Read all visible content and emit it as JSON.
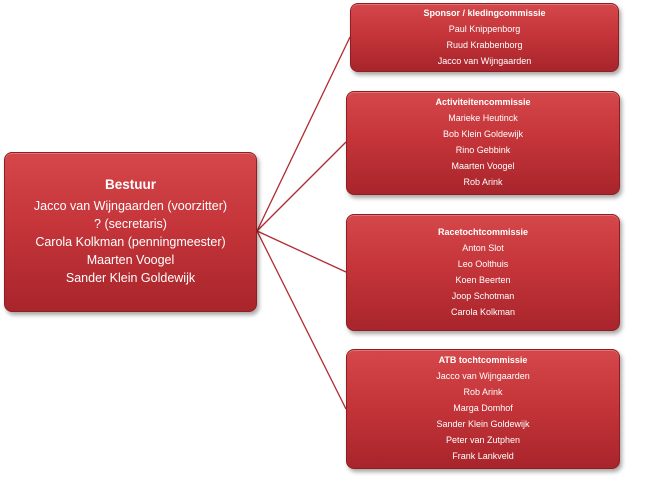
{
  "bestuur": {
    "title": "Bestuur",
    "members": [
      "Jacco van Wijngaarden (voorzitter)",
      "? (secretaris)",
      "Carola Kolkman (penningmeester)",
      "Maarten Voogel",
      "Sander Klein Goldewijk"
    ]
  },
  "committees": [
    {
      "title": "Sponsor / kledingcommissie",
      "members": [
        "Paul Knippenborg",
        "Ruud Krabbenborg",
        "Jacco van Wijngaarden"
      ]
    },
    {
      "title": "Activiteitencommissie",
      "members": [
        "Marieke Heutinck",
        "Bob Klein Goldewijk",
        "Rino Gebbink",
        "Maarten Voogel",
        "Rob Arink"
      ]
    },
    {
      "title": "Racetochtcommissie",
      "members": [
        "Anton Slot",
        "Leo Oolthuis",
        "Koen Beerten",
        "Joop Schotman",
        "Carola Kolkman"
      ]
    },
    {
      "title": "ATB  tochtcommissie",
      "members": [
        "Jacco van Wijngaarden",
        "Rob Arink",
        "Marga Domhof",
        "Sander Klein Goldewijk",
        "Peter van Zutphen",
        "Frank Lankveld"
      ]
    }
  ],
  "colors": {
    "node_fill": "#c5353a",
    "connector": "#b02a30"
  }
}
